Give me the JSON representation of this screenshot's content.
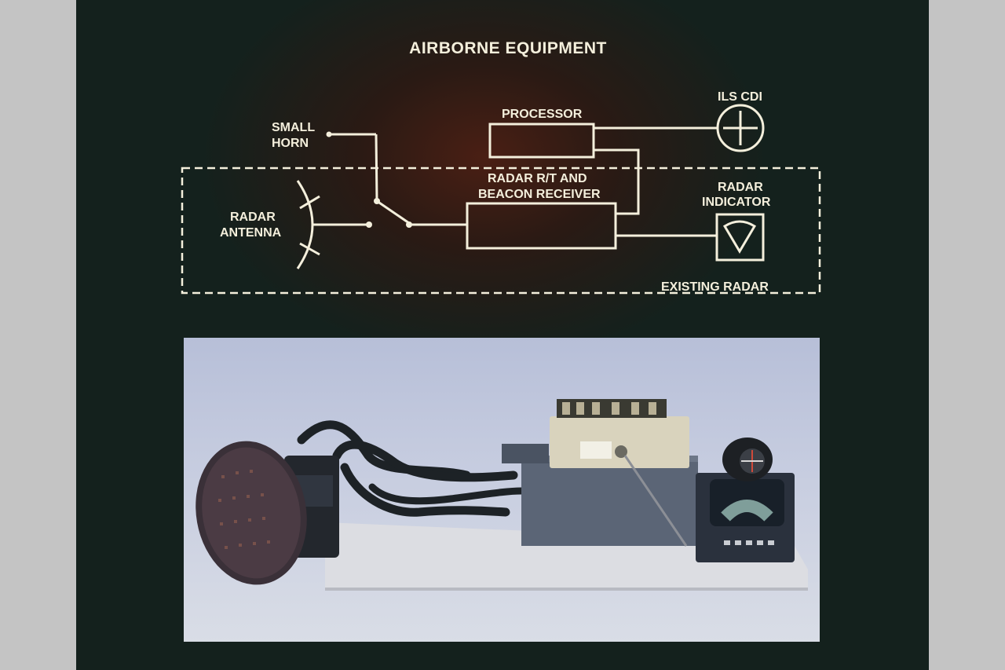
{
  "title": "AIRBORNE EQUIPMENT",
  "diagram": {
    "labels": {
      "small_horn_1": "SMALL",
      "small_horn_2": "HORN",
      "processor": "PROCESSOR",
      "ils_cdi": "ILS CDI",
      "radar_rt_1": "RADAR R/T AND",
      "radar_rt_2": "BEACON RECEIVER",
      "radar_antenna_1": "RADAR",
      "radar_antenna_2": "ANTENNA",
      "radar_indicator_1": "RADAR",
      "radar_indicator_2": "INDICATOR",
      "existing_radar": "EXISTING RADAR"
    },
    "colors": {
      "line": "#f4efdc",
      "background": "#1b201c",
      "glow": "#4a1f14"
    }
  },
  "photo": {
    "colors": {
      "background": "#c7cde0",
      "base": "#dadbe0",
      "unit": "#5b6576",
      "cable": "#1d2226"
    }
  }
}
